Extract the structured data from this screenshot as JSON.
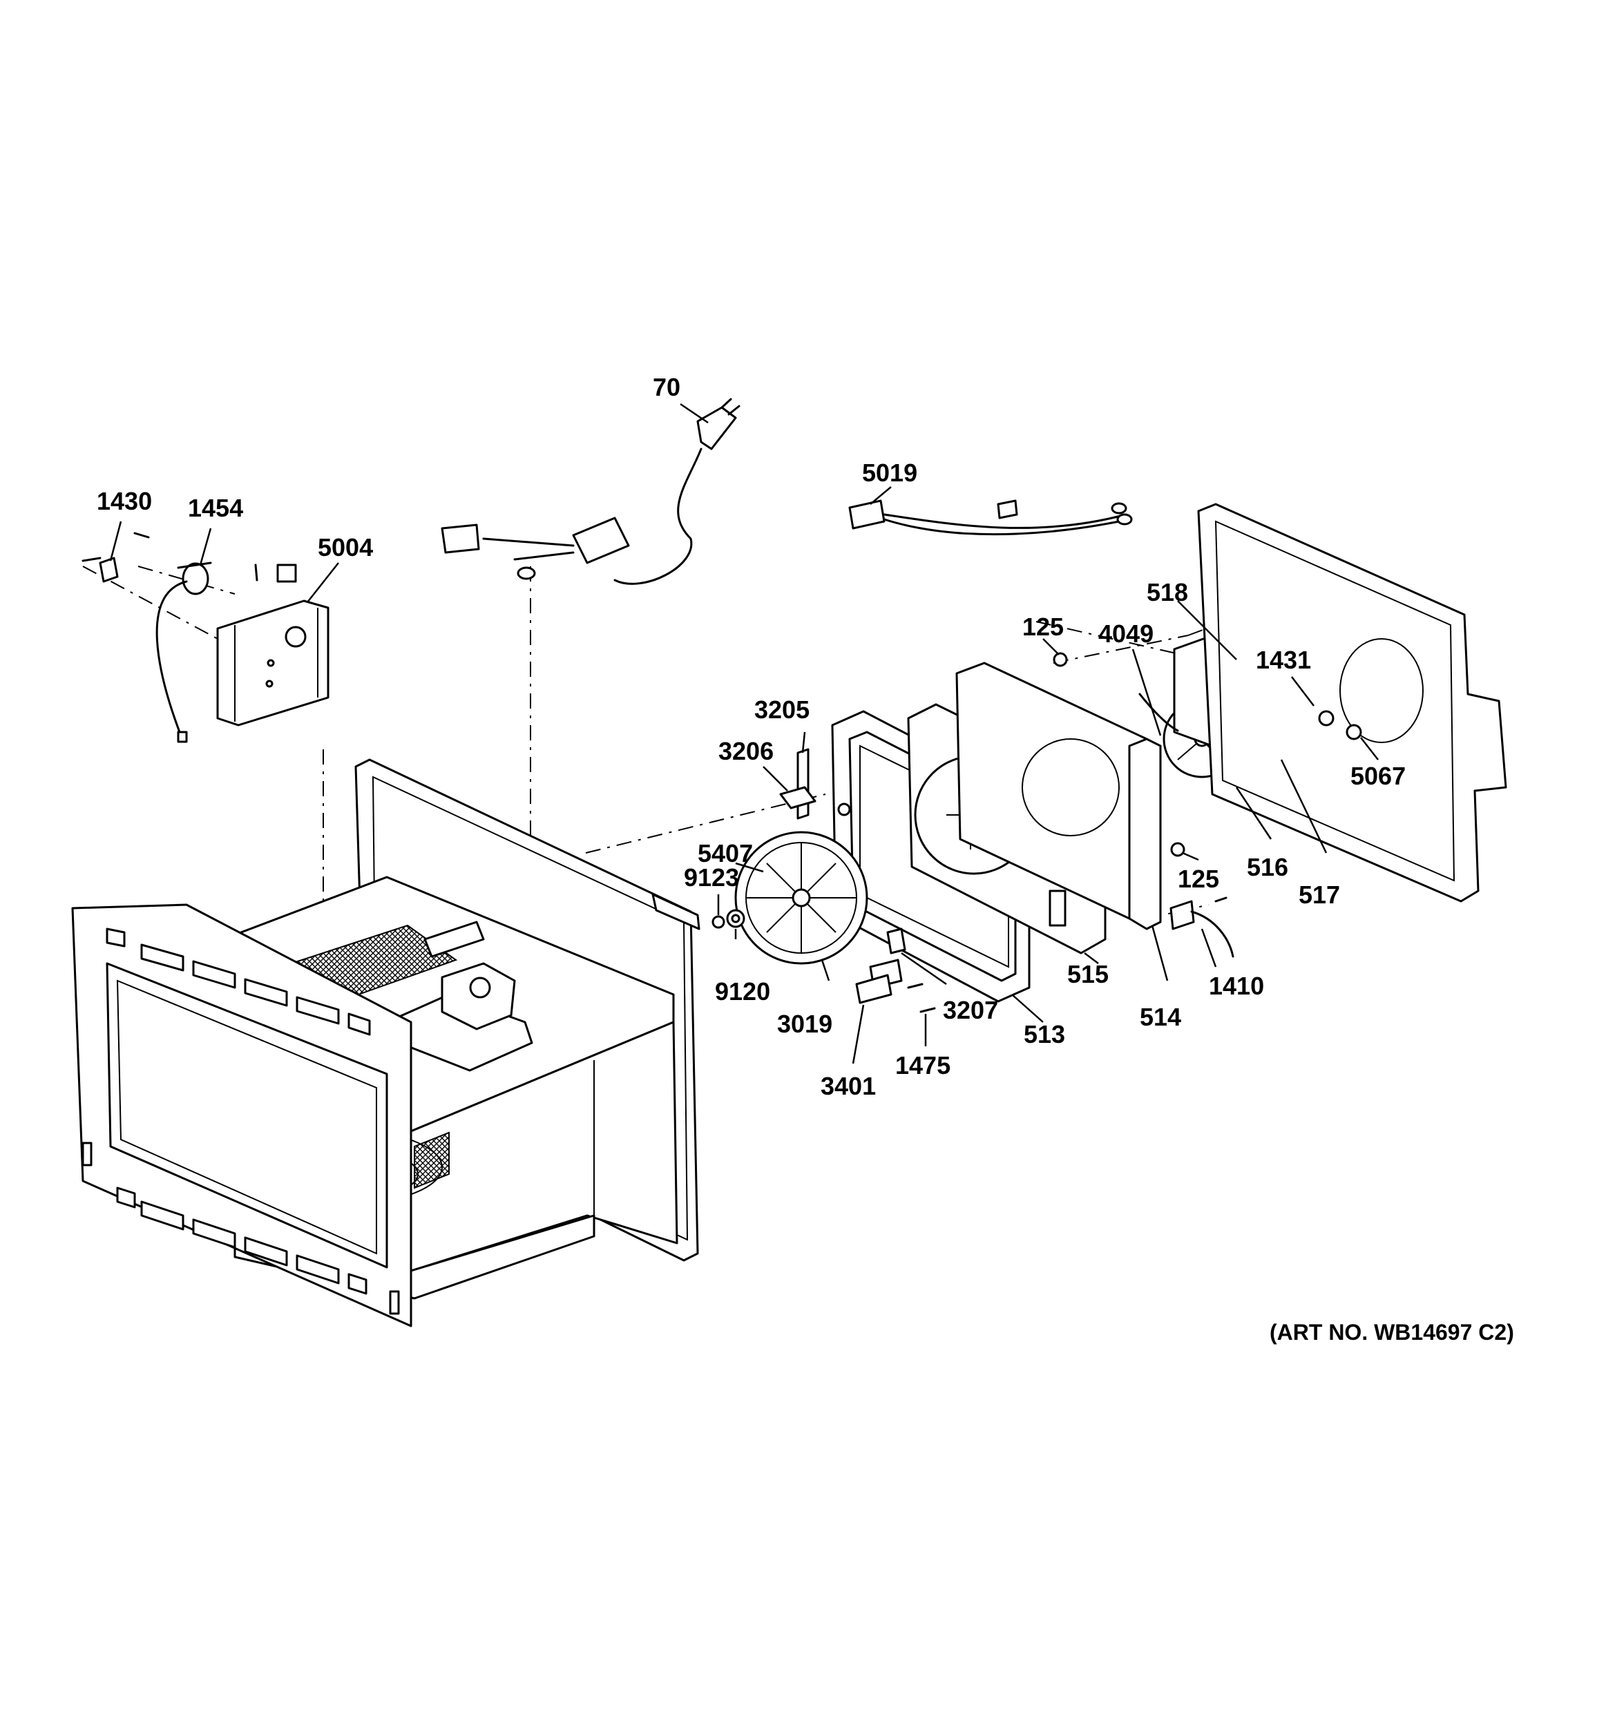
{
  "callouts": {
    "c70": "70",
    "c5019": "5019",
    "c1430": "1430",
    "c1454": "1454",
    "c5004": "5004",
    "c125a": "125",
    "c4049": "4049",
    "c518": "518",
    "c1431": "1431",
    "c3205": "3205",
    "c3206": "3206",
    "c5067": "5067",
    "c5407": "5407",
    "c9123": "9123",
    "c125b": "125",
    "c516": "516",
    "c517": "517",
    "c515": "515",
    "c9120": "9120",
    "c3207": "3207",
    "c1410": "1410",
    "c3019": "3019",
    "c513": "513",
    "c514": "514",
    "c1475": "1475",
    "c3401": "3401"
  },
  "art_number": "(ART NO. WB14697 C2)"
}
